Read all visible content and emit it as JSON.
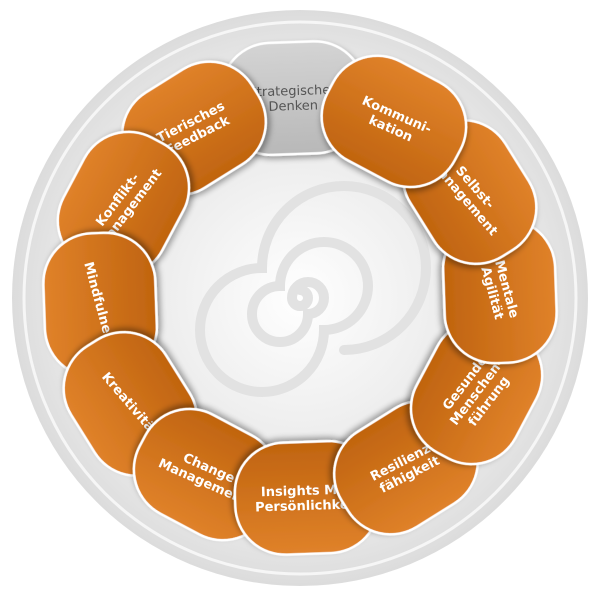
{
  "diagram": {
    "segments": [
      {
        "id": "kommunikation",
        "lines": [
          "Kommuni-",
          "kation"
        ],
        "active": false
      },
      {
        "id": "selbstmanagement",
        "lines": [
          "Selbst-",
          "management"
        ],
        "active": false
      },
      {
        "id": "mentale-agilitaet",
        "lines": [
          "Mentale",
          "Agilität"
        ],
        "active": false
      },
      {
        "id": "gesunde-menschenfuehrung",
        "lines": [
          "Gesunde",
          "Menschen-",
          "führung"
        ],
        "active": false
      },
      {
        "id": "resilienzfaehigkeit",
        "lines": [
          "Resilienz-",
          "fähigkeit"
        ],
        "active": false
      },
      {
        "id": "insights-mdi",
        "lines": [
          "Insights MDI",
          "Persönlichkeit"
        ],
        "active": false
      },
      {
        "id": "change-management",
        "lines": [
          "Change",
          "Management"
        ],
        "active": false
      },
      {
        "id": "kreativitaet",
        "lines": [
          "Kreativität"
        ],
        "active": false
      },
      {
        "id": "mindfulness",
        "lines": [
          "Mindfulness"
        ],
        "active": false
      },
      {
        "id": "konfliktmanagement",
        "lines": [
          "Konflikt-",
          "management"
        ],
        "active": false
      },
      {
        "id": "tierisches-feedback",
        "lines": [
          "Tierisches",
          "Feedback"
        ],
        "active": false
      },
      {
        "id": "strategisches-denken",
        "lines": [
          "Strategisches",
          "Denken"
        ],
        "active": true
      }
    ],
    "colors": {
      "segment_fill": "#d2721c",
      "segment_fill_dark": "#b35a10",
      "segment_stroke": "#ffffff",
      "active_fill": "#c6c6c6",
      "active_text": "#555555",
      "label_text": "#ffffff",
      "ring_background": "#e9e9e9",
      "center_background": "#f6f6f6"
    }
  }
}
